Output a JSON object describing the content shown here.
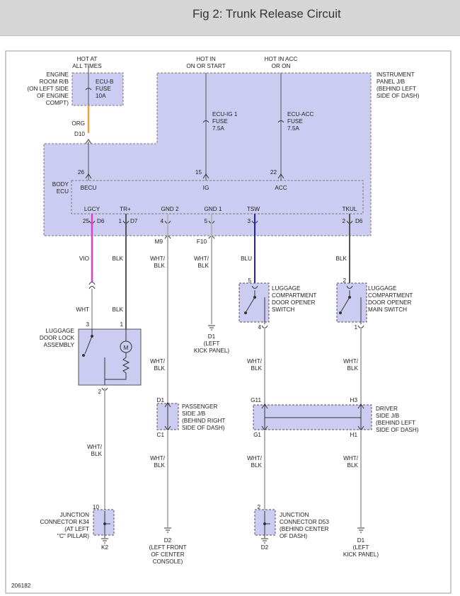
{
  "title": "Fig 2: Trunk Release Circuit",
  "figure_id": "206182",
  "colors": {
    "header_bg": "#d6d6d6",
    "box_fill": "#ccccf2",
    "ORG": "#f0a040",
    "VIO": "#e040c8",
    "BLK": "#555555",
    "BLU": "#2020c0",
    "WHT_BLK": "#b4b4b4"
  },
  "labels": {
    "hot_all_times": [
      "HOT AT",
      "ALL TIMES"
    ],
    "hot_on_start": [
      "HOT IN",
      "ON OR START"
    ],
    "hot_acc": [
      "HOT IN ACC",
      "OR ON"
    ],
    "engine_room": [
      "ENGINE",
      "ROOM R/B",
      "(ON LEFT SIDE",
      "OF ENGINE",
      "COMPT)"
    ],
    "ecu_b_fuse": [
      "ECU-B",
      "FUSE",
      "10A"
    ],
    "instrument_panel": [
      "INSTRUMENT",
      "PANEL J/B",
      "(BEHIND LEFT",
      "SIDE OF DASH)"
    ],
    "ecu_ig_fuse": [
      "ECU-IG 1",
      "FUSE",
      "7.5A"
    ],
    "ecu_acc_fuse": [
      "ECU-ACC",
      "FUSE",
      "7.5A"
    ],
    "body_ecu": [
      "BODY",
      "ECU"
    ],
    "wire_org": "ORG",
    "conn_d10": "D10",
    "pin_26": "26",
    "pin_15": "15",
    "pin_22": "22",
    "becu": "BECU",
    "ig": "IG",
    "acc": "ACC",
    "lgcy": "LGCY",
    "trp": "TR+",
    "gnd2": "GND 2",
    "gnd1": "GND 1",
    "tsw": "TSW",
    "tkul": "TKUL",
    "pin_25": "25",
    "pin_d6a": "D6",
    "pin_1": "1",
    "pin_d7": "D7",
    "pin_4": "4",
    "pin_5": "5",
    "pin_3": "3",
    "pin_2": "2",
    "pin_d6b": "D6",
    "m9": "M9",
    "f10": "F10",
    "vio": "VIO",
    "blk": "BLK",
    "wht": "WHT",
    "wht_blk": [
      "WHT/",
      "BLK"
    ],
    "blu": "BLU",
    "luggage_lock": [
      "LUGGAGE",
      "DOOR LOCK",
      "ASSEMBLY"
    ],
    "motor": "M",
    "lock_pin3": "3",
    "lock_pin1": "1",
    "lock_pin2": "2",
    "d1_left_kick": [
      "D1",
      "(LEFT",
      "KICK PANEL)"
    ],
    "opener_switch": [
      "LUGGAGE",
      "COMPARTMENT",
      "DOOR OPENER",
      "SWITCH"
    ],
    "opener_main": [
      "LUGGAGE",
      "COMPARTMENT",
      "DOOR OPENER",
      "MAIN SWITCH"
    ],
    "sw_pin5": "5",
    "sw_pin4": "4",
    "main_pin2": "2",
    "main_pin1": "1",
    "passenger_jb": [
      "PASSENGER",
      "SIDE J/B",
      "(BEHIND RIGHT",
      "SIDE OF DASH)"
    ],
    "pj_d1": "D1",
    "pj_c1": "C1",
    "driver_jb": [
      "DRIVER",
      "SIDE J/B",
      "(BEHIND LEFT",
      "SIDE OF DASH)"
    ],
    "dj_g11": "G11",
    "dj_h3": "H3",
    "dj_g1": "G1",
    "dj_h1": "H1",
    "jc_k34": [
      "JUNCTION",
      "CONNECTOR K34",
      "(AT LEFT",
      "\"C\" PILLAR)"
    ],
    "k34_pin": "10",
    "k2": "K2",
    "jc_d53": [
      "JUNCTION",
      "CONNECTOR D53",
      "(BEHIND CENTER",
      "OF DASH)"
    ],
    "d53_pin": "2",
    "d2_center": [
      "D2",
      "(LEFT FRONT",
      "OF CENTER",
      "CONSOLE)"
    ],
    "d2": "D2",
    "d1_kick_b": [
      "D1",
      "(LEFT",
      "KICK PANEL)"
    ]
  }
}
